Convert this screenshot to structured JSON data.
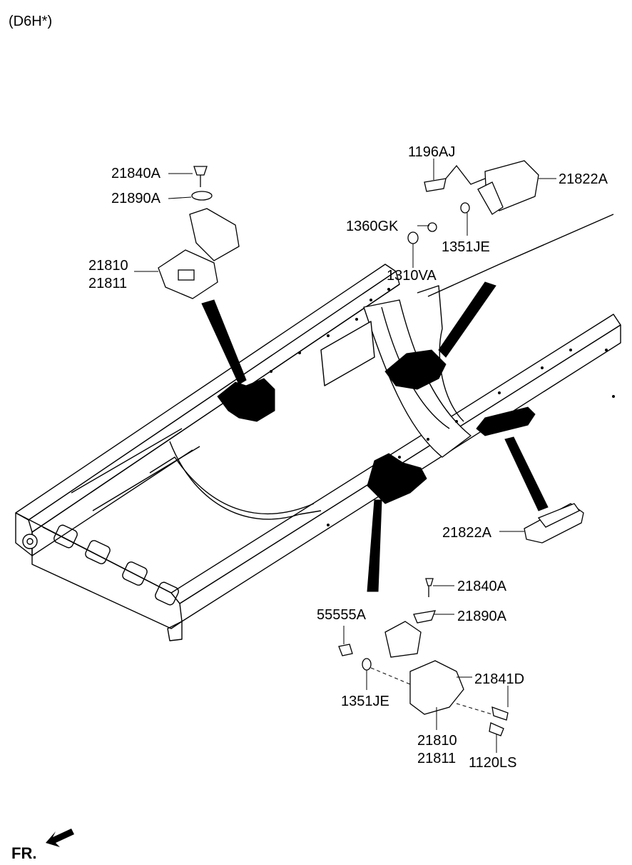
{
  "header": {
    "variant": "(D6H*)"
  },
  "labels": {
    "p21840A_top": "21840A",
    "p21890A_top": "21890A",
    "p21810_top": "21810",
    "p21811_top": "21811",
    "p1196AJ": "1196AJ",
    "p21822A_top": "21822A",
    "p1360GK": "1360GK",
    "p1351JE_top": "1351JE",
    "p1310VA": "1310VA",
    "p21822A_bottom": "21822A",
    "p21840A_bottom": "21840A",
    "p55555A": "55555A",
    "p21890A_bottom": "21890A",
    "p21841D": "21841D",
    "p1351JE_bottom": "1351JE",
    "p21810_bottom": "21810",
    "p21811_bottom": "21811",
    "p1120LS": "1120LS"
  },
  "direction": {
    "label": "FR."
  },
  "colors": {
    "line": "#000000",
    "fill": "#ffffff",
    "mount": "#000000"
  }
}
